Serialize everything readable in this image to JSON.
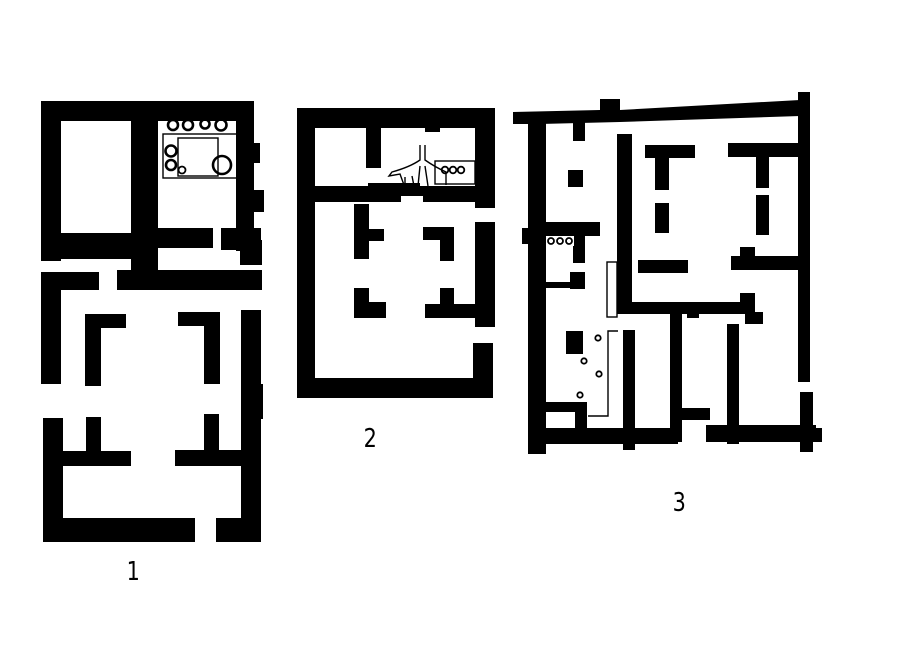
{
  "figure": {
    "type": "architectural floor plans",
    "background_color": "#ffffff",
    "wall_color": "#000000",
    "plans": [
      {
        "id": "plan-1",
        "label": "1",
        "features": [
          "walls",
          "storage jars (circles)",
          "inner room outline"
        ]
      },
      {
        "id": "plan-2",
        "label": "2",
        "features": [
          "walls",
          "branching channel",
          "three storage jars"
        ]
      },
      {
        "id": "plan-3",
        "label": "3",
        "features": [
          "walls",
          "three storage jars",
          "post holes (circles)",
          "inner partition outline"
        ]
      }
    ]
  }
}
